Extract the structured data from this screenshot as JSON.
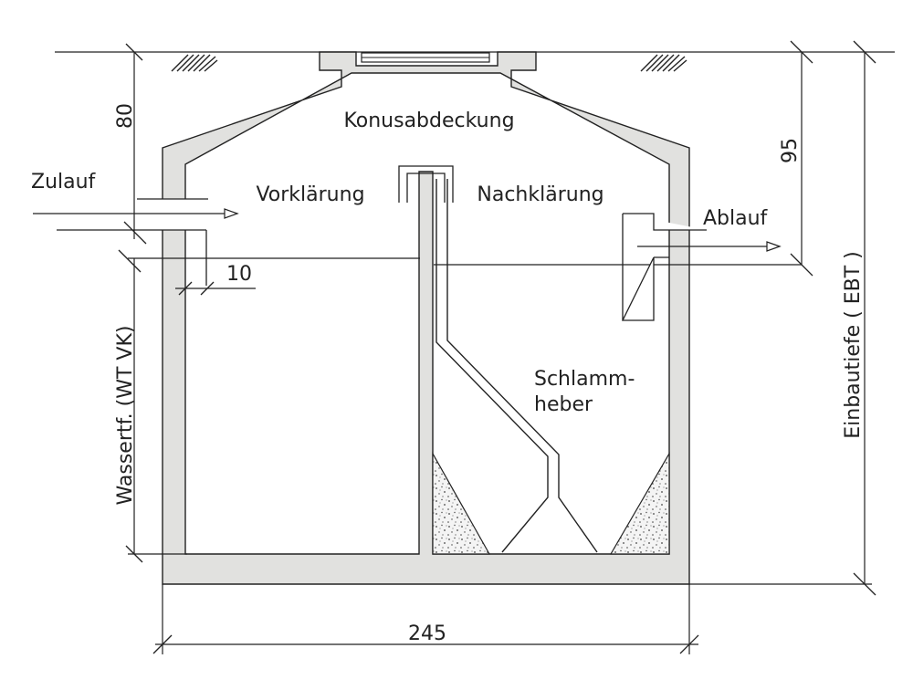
{
  "labels": {
    "cover": "Konusabdeckung",
    "primary": "Vorklärung",
    "secondary": "Nachklärung",
    "inlet": "Zulauf",
    "outlet": "Ablauf",
    "sludge_line1": "Schlamm-",
    "sludge_line2": "heber"
  },
  "dimensions": {
    "cover_depth": "80",
    "outlet_depth": "95",
    "wall": "10",
    "width": "245",
    "water_depth": "Wassertf. (WT VK)",
    "install_depth": "Einbautiefe ( EBT )"
  },
  "colors": {
    "concrete": "#e1e1df",
    "line": "#222222",
    "gravel": "#555555"
  }
}
